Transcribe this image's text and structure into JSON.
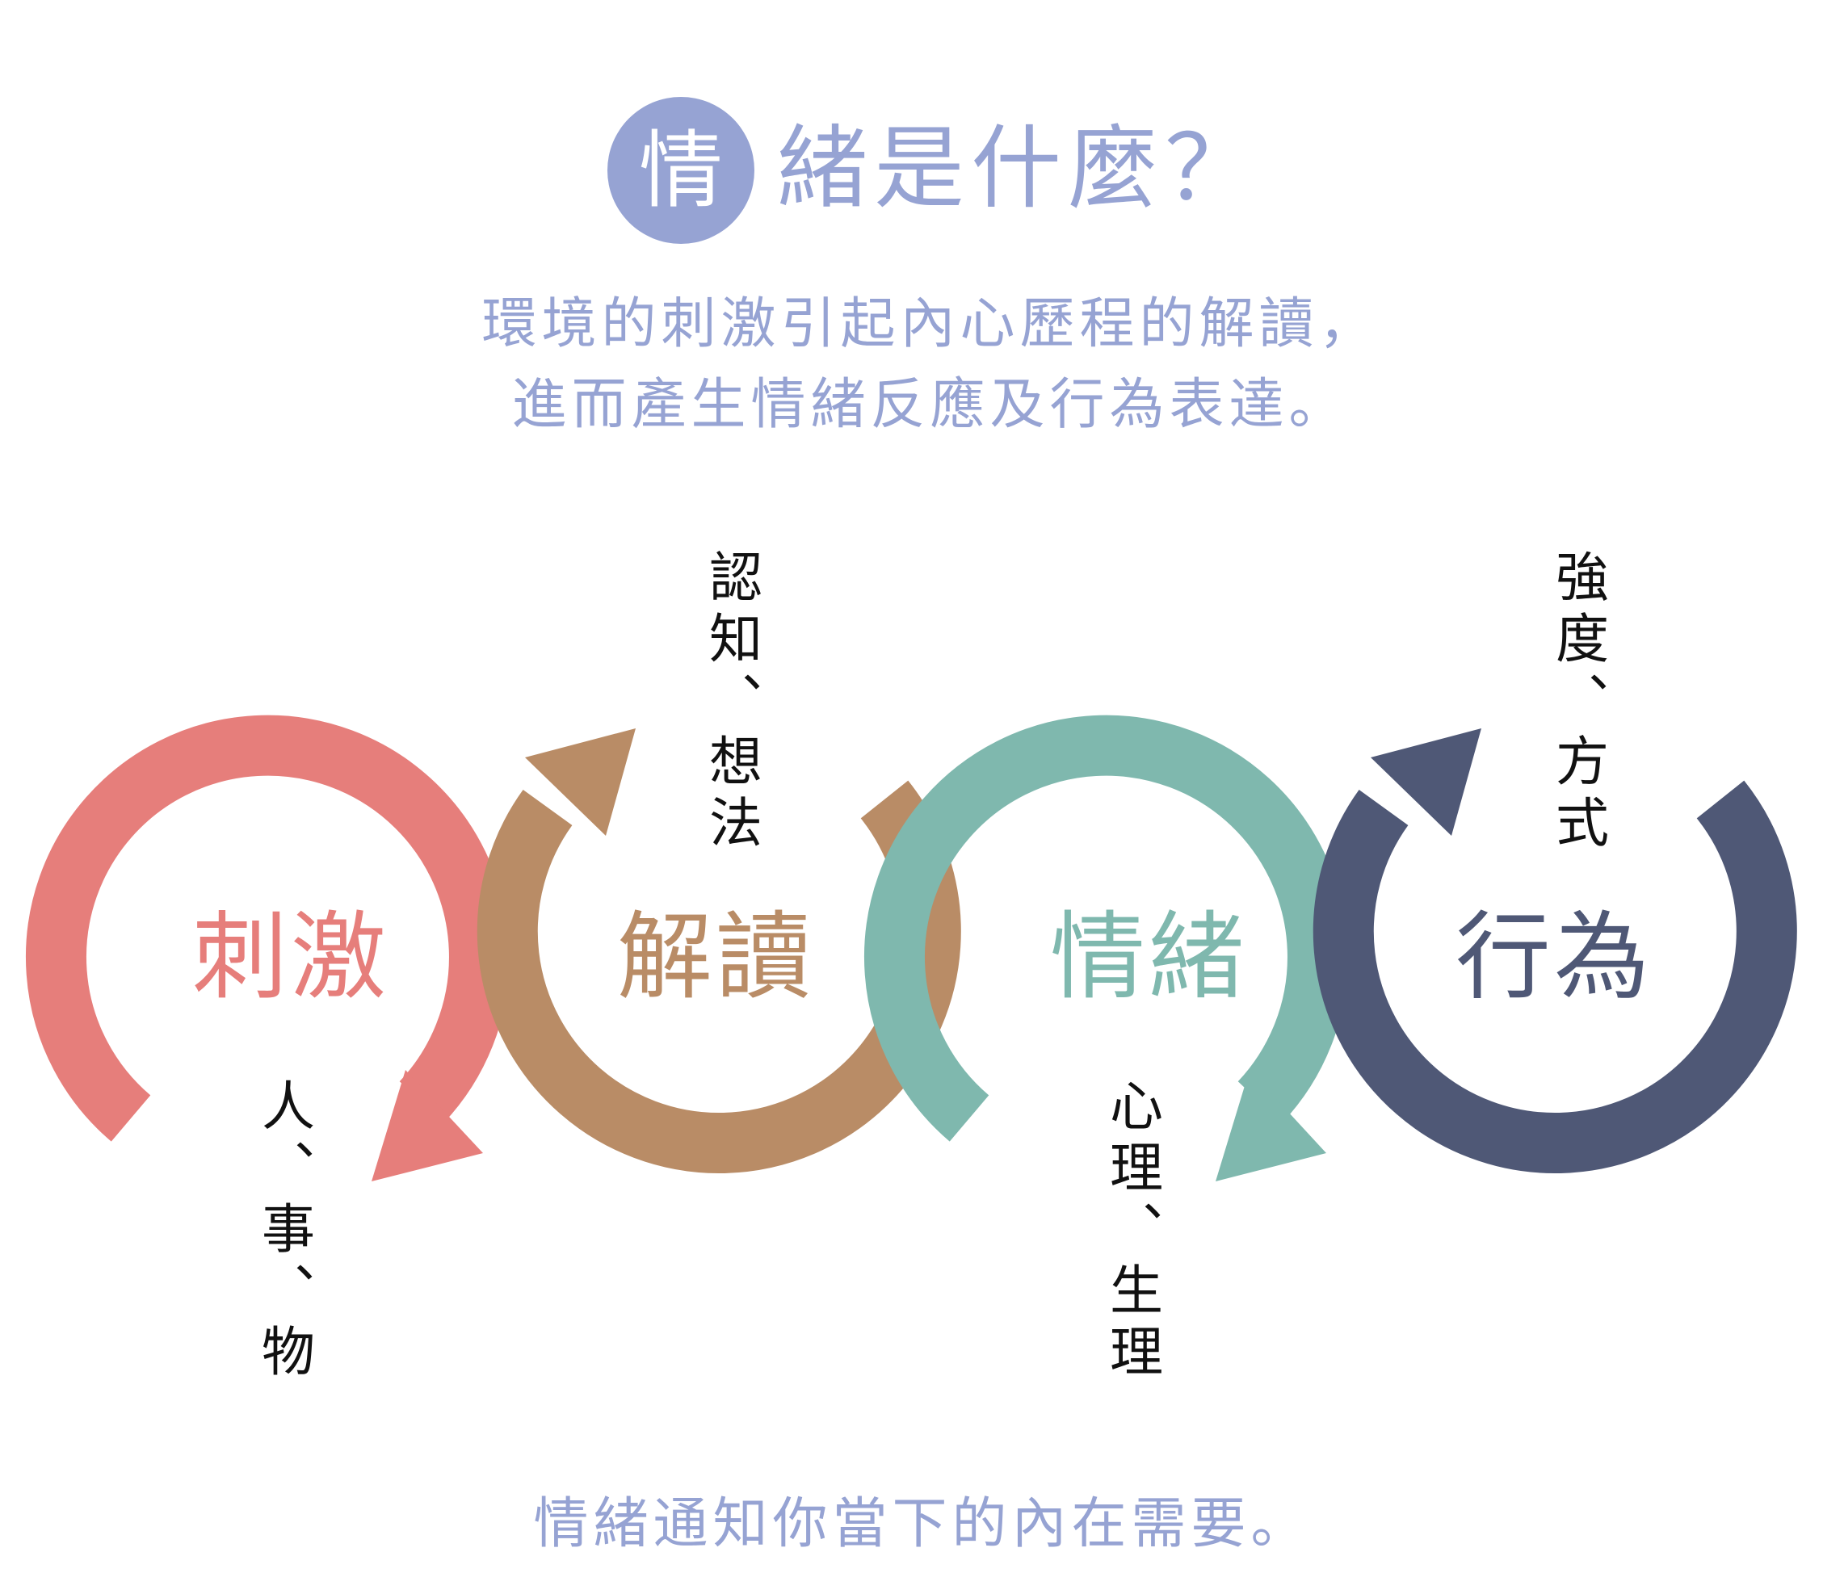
{
  "title": {
    "first_char": "情",
    "rest": "緒是什麼？"
  },
  "subtitle": {
    "line1": "環境的刺激引起內心歷程的解讀，",
    "line2": "進而產生情緒反應及行為表達。"
  },
  "stages": [
    {
      "label": "刺激",
      "color": "#e67e7b",
      "note": "人、事、物"
    },
    {
      "label": "解讀",
      "color": "#b98c66",
      "note": "認知、想法"
    },
    {
      "label": "情緒",
      "color": "#7fb8ae",
      "note": "心理、生理"
    },
    {
      "label": "行為",
      "color": "#4f5876",
      "note": "強度、方式"
    }
  ],
  "footer": "情緒通知你當下的內在需要。"
}
